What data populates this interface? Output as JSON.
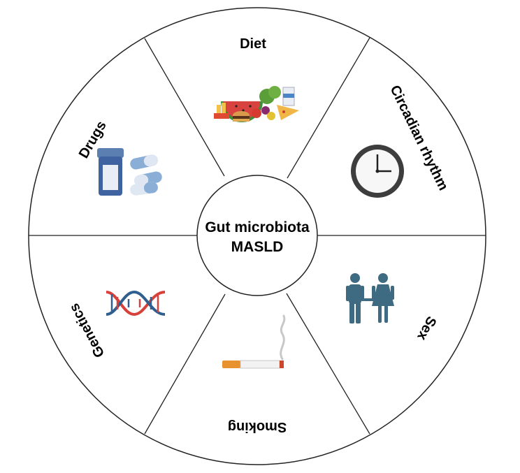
{
  "center": {
    "line1": "Gut microbiota",
    "line2": "MASLD"
  },
  "segments": [
    {
      "label": "Diet",
      "icon": "food-icon"
    },
    {
      "label": "Circadian rhythm",
      "icon": "clock-icon"
    },
    {
      "label": "Sex",
      "icon": "couple-icon"
    },
    {
      "label": "Smoking",
      "icon": "cigarette-icon"
    },
    {
      "label": "Genetics",
      "icon": "dna-icon"
    },
    {
      "label": "Drugs",
      "icon": "pills-icon"
    }
  ],
  "colors": {
    "outline": "#222222",
    "clock_frame": "#3d3d3d",
    "person": "#3f6b82",
    "dna_red": "#d8403a",
    "dna_blue": "#2f5f8f",
    "pill_blue": "#8aaed6",
    "cigarette_filter": "#e8912f"
  }
}
